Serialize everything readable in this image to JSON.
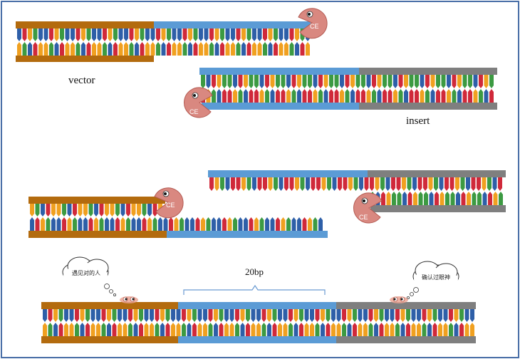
{
  "labels": {
    "vector": "vector",
    "insert": "insert",
    "overlap": "20bp",
    "bubble_left": "遇见对的人",
    "bubble_right": "确认过眼神",
    "enzyme": "CE"
  },
  "colors": {
    "frame": "#4a6fa8",
    "vector_strand": "#b36b0e",
    "insert_strand": "#5b9bd5",
    "gray_strand": "#7f7f7f",
    "enzyme_body": "#d98880",
    "enzyme_edge": "#b35a52",
    "bases": [
      "#2e5fa8",
      "#3c9a42",
      "#f0a020",
      "#d0293a"
    ]
  },
  "icons": {
    "enzyme": "pacman-exonuclease-icon",
    "eyes": "peeking-eyes-icon",
    "thought": "thought-bubble-icon",
    "brace": "overlap-brace-icon"
  }
}
